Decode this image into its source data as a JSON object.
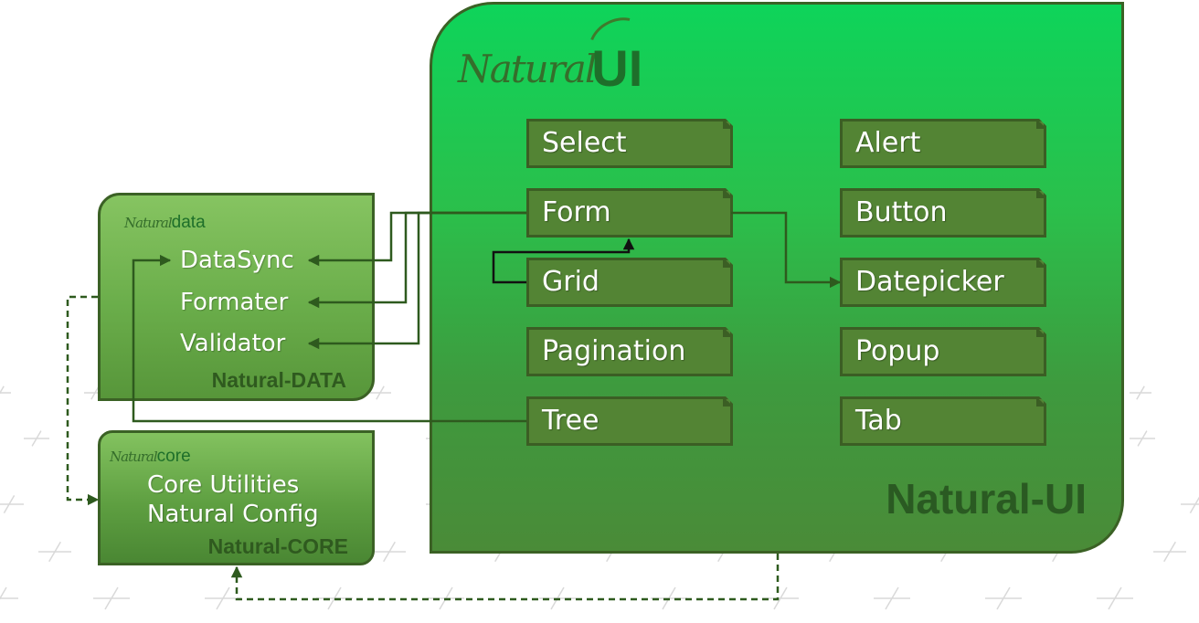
{
  "natural_ui": {
    "logo": {
      "script": "Natural",
      "mark": "UI"
    },
    "name": "Natural-UI",
    "modules_left": [
      "Select",
      "Form",
      "Grid",
      "Pagination",
      "Tree"
    ],
    "modules_right": [
      "Alert",
      "Button",
      "Datepicker",
      "Popup",
      "Tab"
    ]
  },
  "natural_data": {
    "logo": {
      "script": "Natural",
      "mark": "data"
    },
    "name": "Natural-DATA",
    "items": [
      "DataSync",
      "Formater",
      "Validator"
    ]
  },
  "natural_core": {
    "logo": {
      "script": "Natural",
      "mark": "core"
    },
    "name": "Natural-CORE",
    "items": [
      "Core Utilities",
      "Natural Config"
    ]
  },
  "colors": {
    "line": "#2e5a1e",
    "ui_panel": "#13cc55",
    "module_fill": "#538434",
    "panel_border": "#3b6125"
  }
}
